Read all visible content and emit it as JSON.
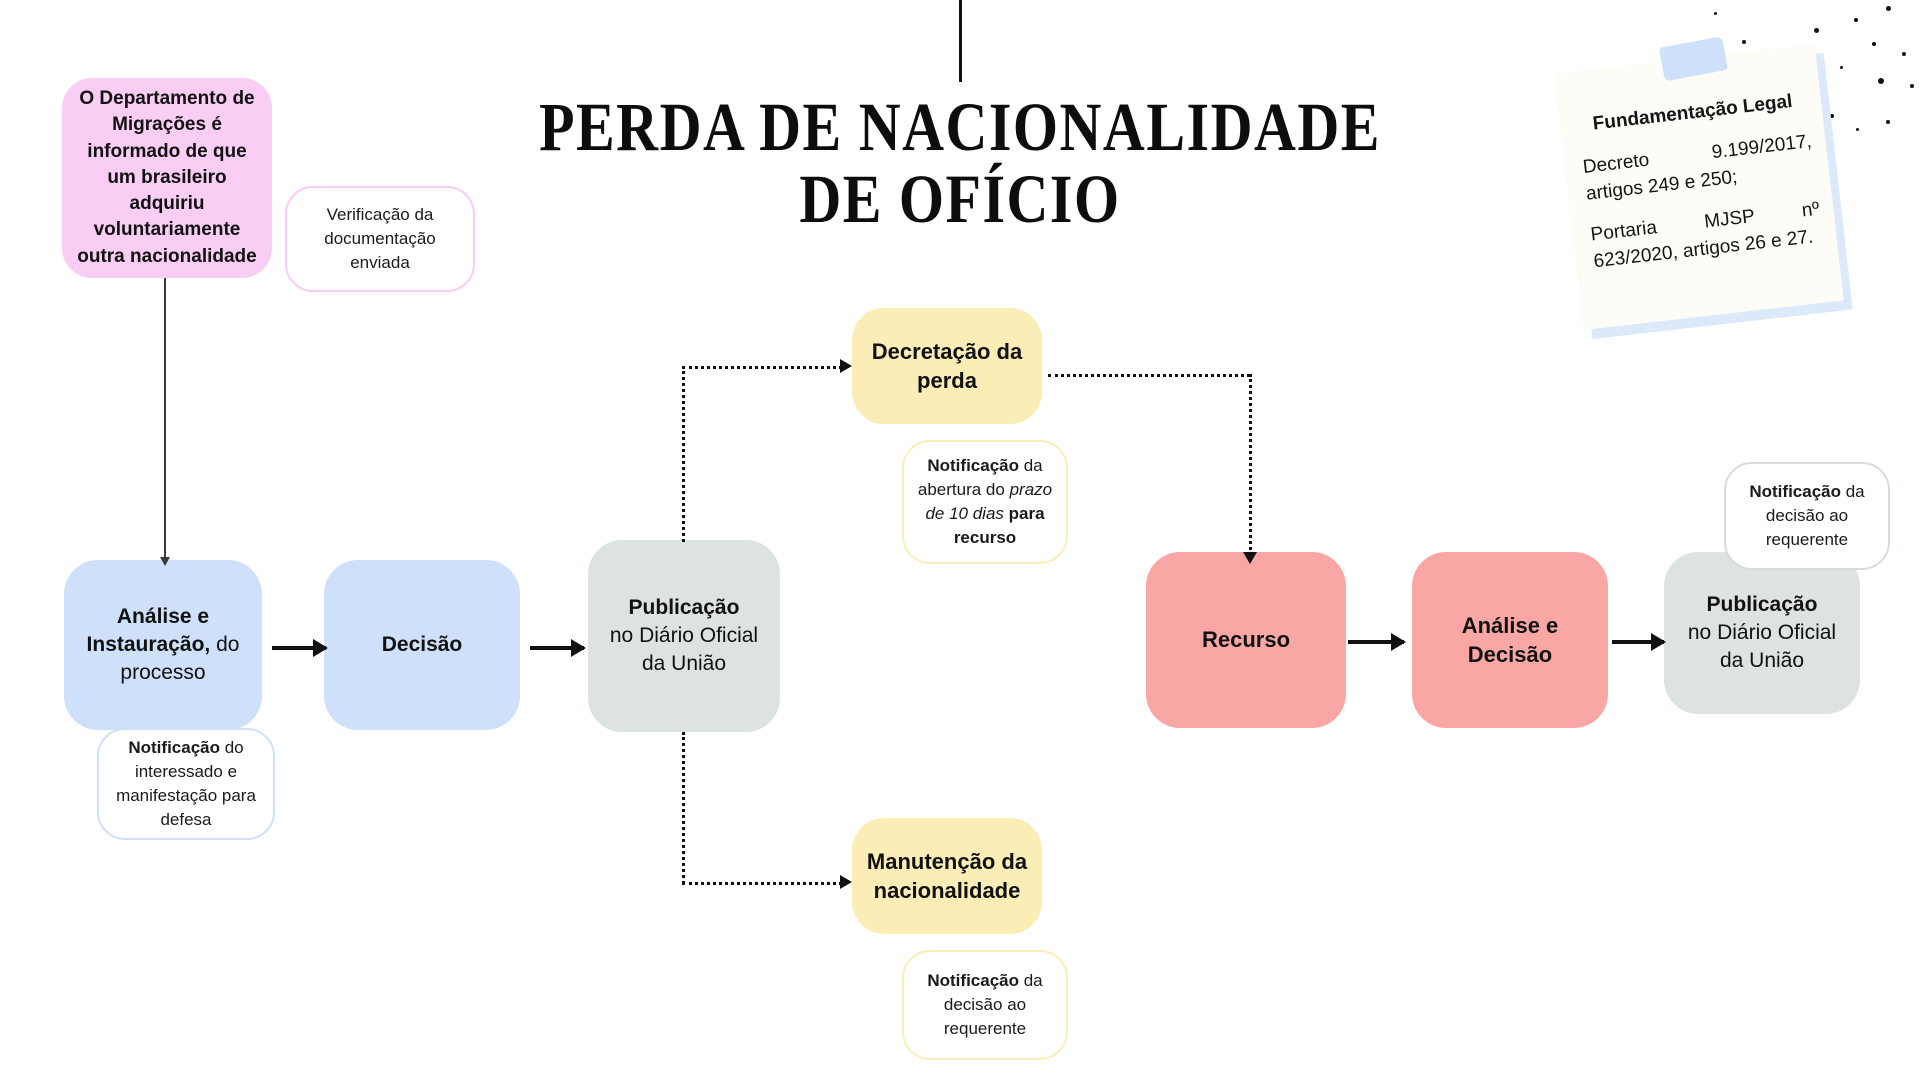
{
  "title": {
    "line1": "PERDA DE NACIONALIDADE",
    "line2": "DE OFÍCIO"
  },
  "sticky_note": {
    "heading": "Fundamentação Legal",
    "items": [
      "Decreto 9.199/2017, artigos 249 e 250;",
      "Portaria MJSP nº 623/2020, artigos 26 e 27."
    ],
    "tape_color": "#cfe0fb",
    "paper_color": "#fdfcf7"
  },
  "trigger": {
    "text": "O Departamento de Migrações é informado de que um brasileiro adquiriu voluntariamente outra nacionalidade",
    "color": "#f9cdf4"
  },
  "nodes": {
    "analise_instauracao": {
      "bold": "Análise e Instauração,",
      "regular": "do processo",
      "color": "#cfe0fb"
    },
    "decisao": {
      "bold": "Decisão",
      "color": "#cfe0fb"
    },
    "publicacao_1": {
      "bold": "Publicação",
      "regular": "no Diário Oficial da União",
      "color": "#dce3e2"
    },
    "decretacao": {
      "bold": "Decretação da perda",
      "color": "#faeeb6"
    },
    "manutencao": {
      "bold": "Manutenção da nacionalidade",
      "color": "#faeeb6"
    },
    "recurso": {
      "bold": "Recurso",
      "color": "#f9a7a4"
    },
    "analise_decisao": {
      "bold": "Análise e Decisão",
      "color": "#f9a7a4"
    },
    "publicacao_2": {
      "bold": "Publicação",
      "regular": "no Diário Oficial da União",
      "color": "#dce3e2"
    }
  },
  "notes": {
    "verificacao": {
      "text": "Verificação da documentação enviada",
      "border": "#f9cdf4"
    },
    "notificacao_defesa": {
      "bold": "Notificação",
      "rest": " do interessado e manifestação para defesa",
      "border": "#cfe0fb"
    },
    "notificacao_prazo": {
      "bold": "Notificação",
      "part1": " da abertura do ",
      "italic": "prazo de 10 dias",
      "bold2": " para recurso",
      "border": "#faeeb6"
    },
    "notificacao_manutencao": {
      "bold": "Notificação",
      "rest": " da decisão ao requerente",
      "border": "#faeeb6"
    },
    "notificacao_final": {
      "bold": "Notificação",
      "rest": " da decisão ao requerente",
      "border": "#d6dcdb"
    }
  },
  "connectors": {
    "solid_arrows": [
      {
        "from": "analise_instauracao",
        "to": "decisao"
      },
      {
        "from": "decisao",
        "to": "publicacao_1"
      },
      {
        "from": "recurso",
        "to": "analise_decisao"
      },
      {
        "from": "analise_decisao",
        "to": "publicacao_2"
      }
    ],
    "dotted_arrows": [
      {
        "from": "publicacao_1",
        "to": "decretacao"
      },
      {
        "from": "publicacao_1",
        "to": "manutencao"
      },
      {
        "from": "decretacao",
        "to": "recurso"
      }
    ],
    "thin_arrow": {
      "from": "trigger",
      "to": "analise_instauracao"
    }
  }
}
